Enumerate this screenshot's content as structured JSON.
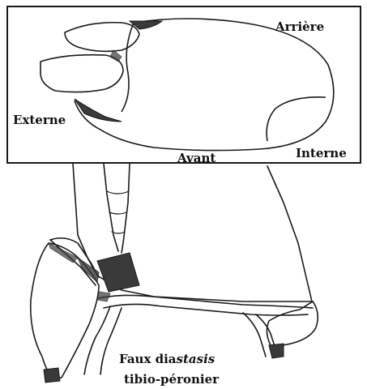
{
  "labels": {
    "arriere": "Arrière",
    "externe": "Externe",
    "avant": "Avant",
    "interne": "Interne",
    "caption_line1_prefix": "Faux dia",
    "caption_line1_italic": "stasis",
    "caption_line2": "tibio-péronier"
  },
  "colors": {
    "ink": "#1a1a1a",
    "shade": "#3a3a3a",
    "paper": "#ffffff"
  }
}
